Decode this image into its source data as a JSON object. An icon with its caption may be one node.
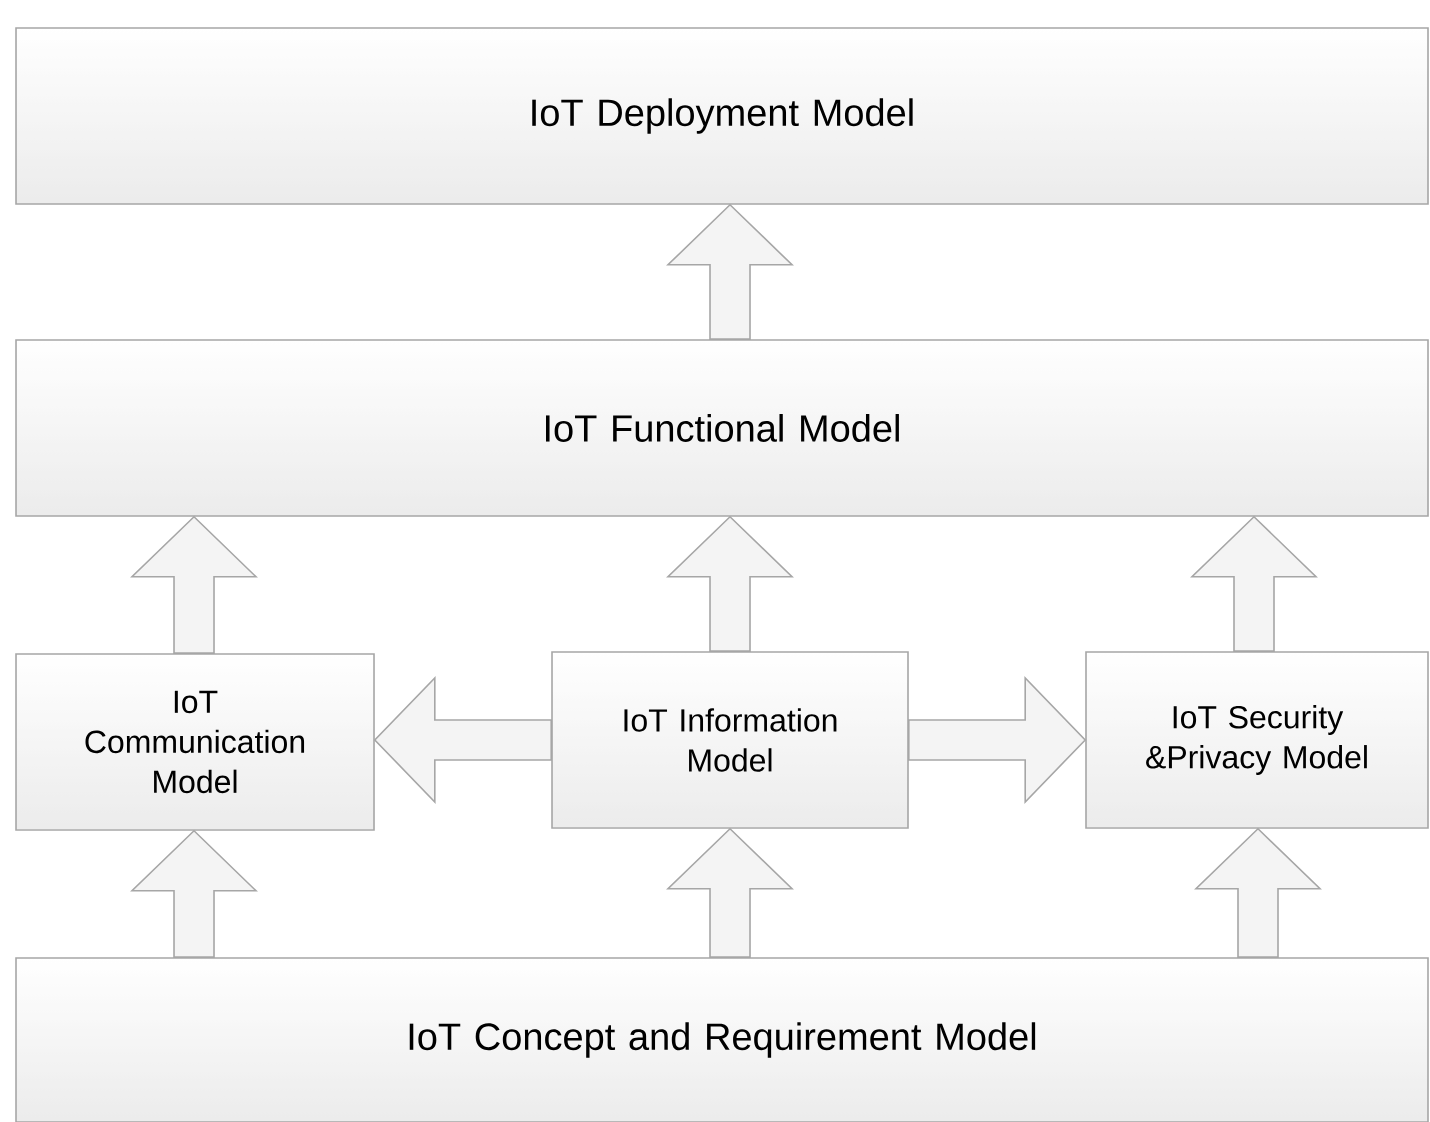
{
  "diagram": {
    "nodes": [
      {
        "text": [
          "IoT Deployment Model"
        ]
      },
      {
        "text": [
          "IoT Functional Model"
        ]
      },
      {
        "text": [
          "IoT Communication Model"
        ]
      },
      {
        "text": [
          "IoT Information Model"
        ]
      },
      {
        "text": [
          "IoT Security &Privacy Model"
        ]
      },
      {
        "text": [
          "IoT Concept and Requirement Model"
        ]
      }
    ],
    "edges": [
      {
        "from": 1,
        "to": 0,
        "arrow": "to"
      },
      {
        "from": 2,
        "to": 1,
        "arrow": "to"
      },
      {
        "from": 3,
        "to": 1,
        "arrow": "to"
      },
      {
        "from": 4,
        "to": 1,
        "arrow": "to"
      },
      {
        "from": 3,
        "to": 2,
        "arrow": "to"
      },
      {
        "from": 3,
        "to": 4,
        "arrow": "to"
      },
      {
        "from": 5,
        "to": 2,
        "arrow": "to"
      },
      {
        "from": 5,
        "to": 3,
        "arrow": "to"
      },
      {
        "from": 5,
        "to": 4,
        "arrow": "to"
      }
    ]
  }
}
